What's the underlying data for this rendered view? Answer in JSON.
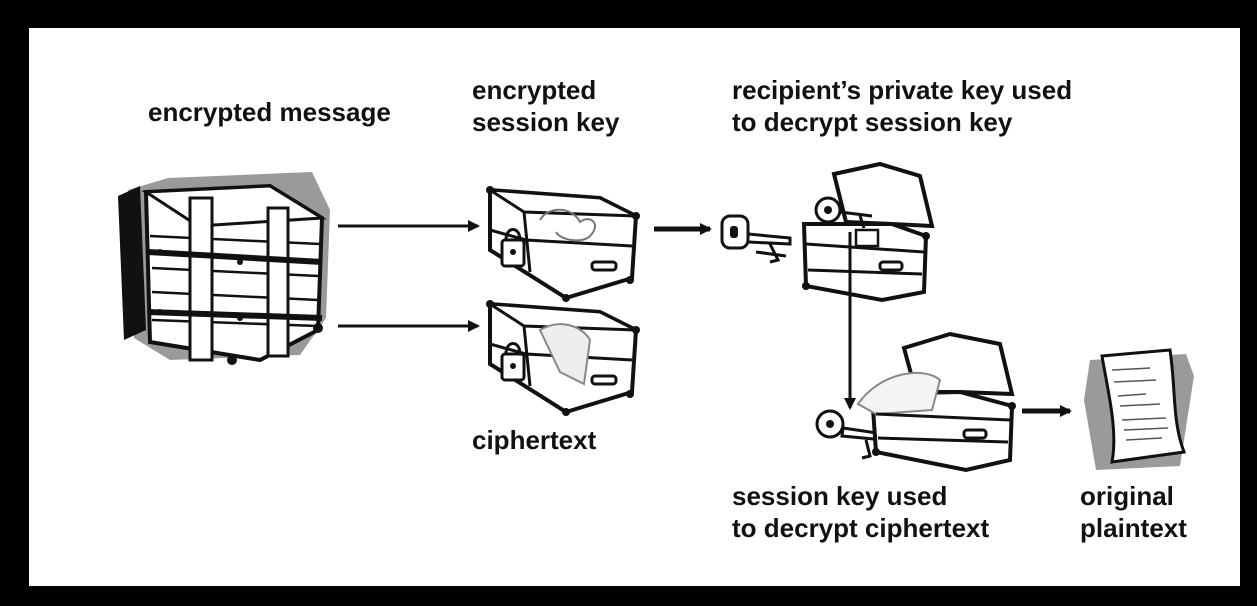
{
  "labels": {
    "encrypted_message": "encrypted message",
    "encrypted_session_key": [
      "encrypted",
      "session key"
    ],
    "recipient_private_key": [
      "recipient’s private key used",
      "to decrypt session key"
    ],
    "ciphertext": "ciphertext",
    "session_key_used": [
      "session key used",
      "to decrypt ciphertext"
    ],
    "original_plaintext": [
      "original",
      "plaintext"
    ]
  },
  "colors": {
    "frame": "#000000",
    "background": "#ffffff",
    "ink": "#111111",
    "shadow": "#9a9a9a"
  },
  "icons": [
    "bundled-package-icon",
    "locked-suitcase-icon",
    "key-icon",
    "open-chest-icon",
    "plaintext-document-icon"
  ]
}
